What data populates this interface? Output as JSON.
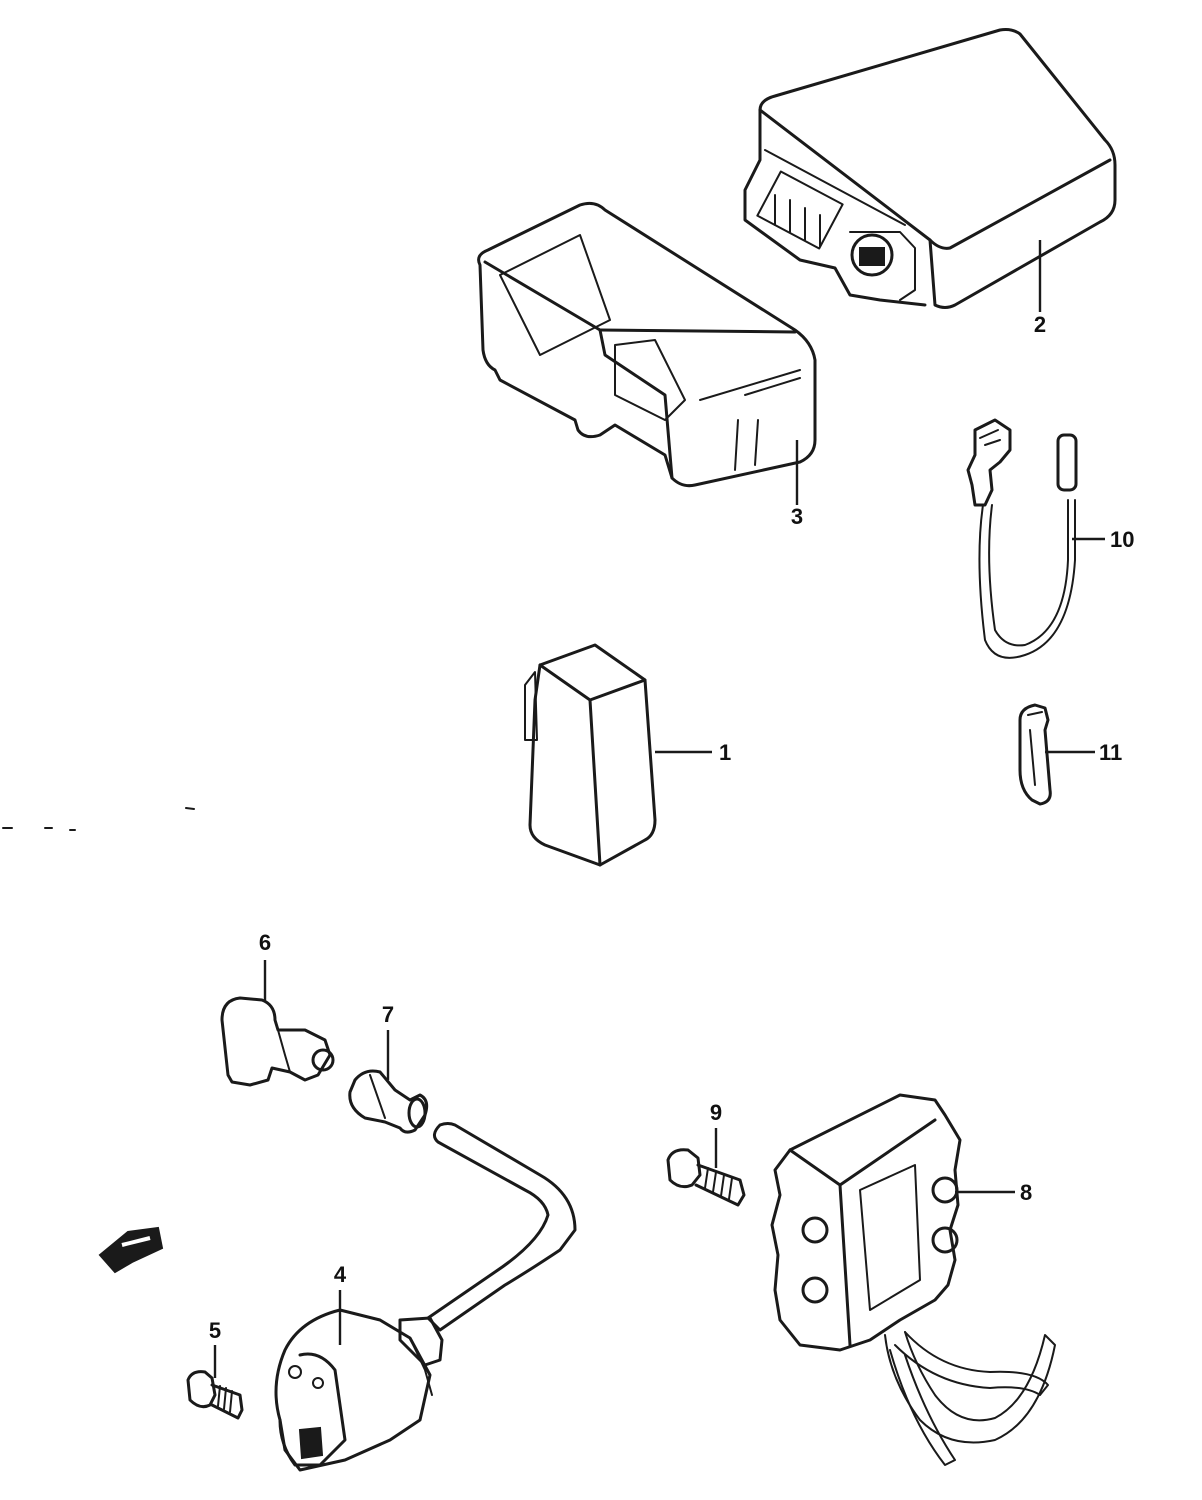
{
  "callouts": {
    "p1": "1",
    "p2": "2",
    "p3": "3",
    "p4": "4",
    "p5": "5",
    "p6": "6",
    "p7": "7",
    "p8": "8",
    "p9": "9",
    "p10": "10",
    "p11": "11"
  },
  "icons": {
    "direction_arrow": "front-direction-arrow-icon"
  }
}
